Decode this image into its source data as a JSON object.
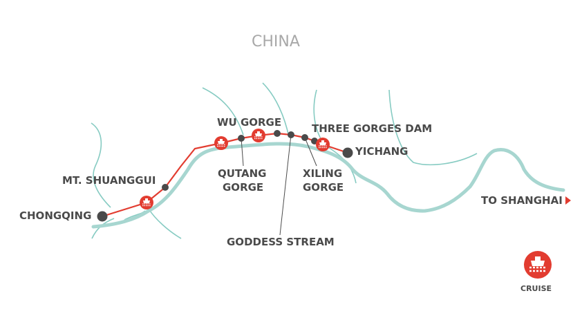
{
  "country": "CHINA",
  "places": {
    "chongqing": "CHONGQING",
    "shuanggui": "MT. SHUANGGUI",
    "wu_gorge": "WU GORGE",
    "qutang_1": "QUTANG",
    "qutang_2": "GORGE",
    "goddess": "GODDESS STREAM",
    "three_gorges": "THREE GORGES DAM",
    "xiling_1": "XILING",
    "xiling_2": "GORGE",
    "yichang": "YICHANG",
    "shanghai": "TO SHANGHAI"
  },
  "legend": {
    "cruise": "CRUISE",
    "icon": "ship-icon"
  },
  "colors": {
    "route": "#e23c30",
    "river": "#a7d6d0",
    "tributary": "#86cbc2",
    "text": "#4a4a4a"
  }
}
